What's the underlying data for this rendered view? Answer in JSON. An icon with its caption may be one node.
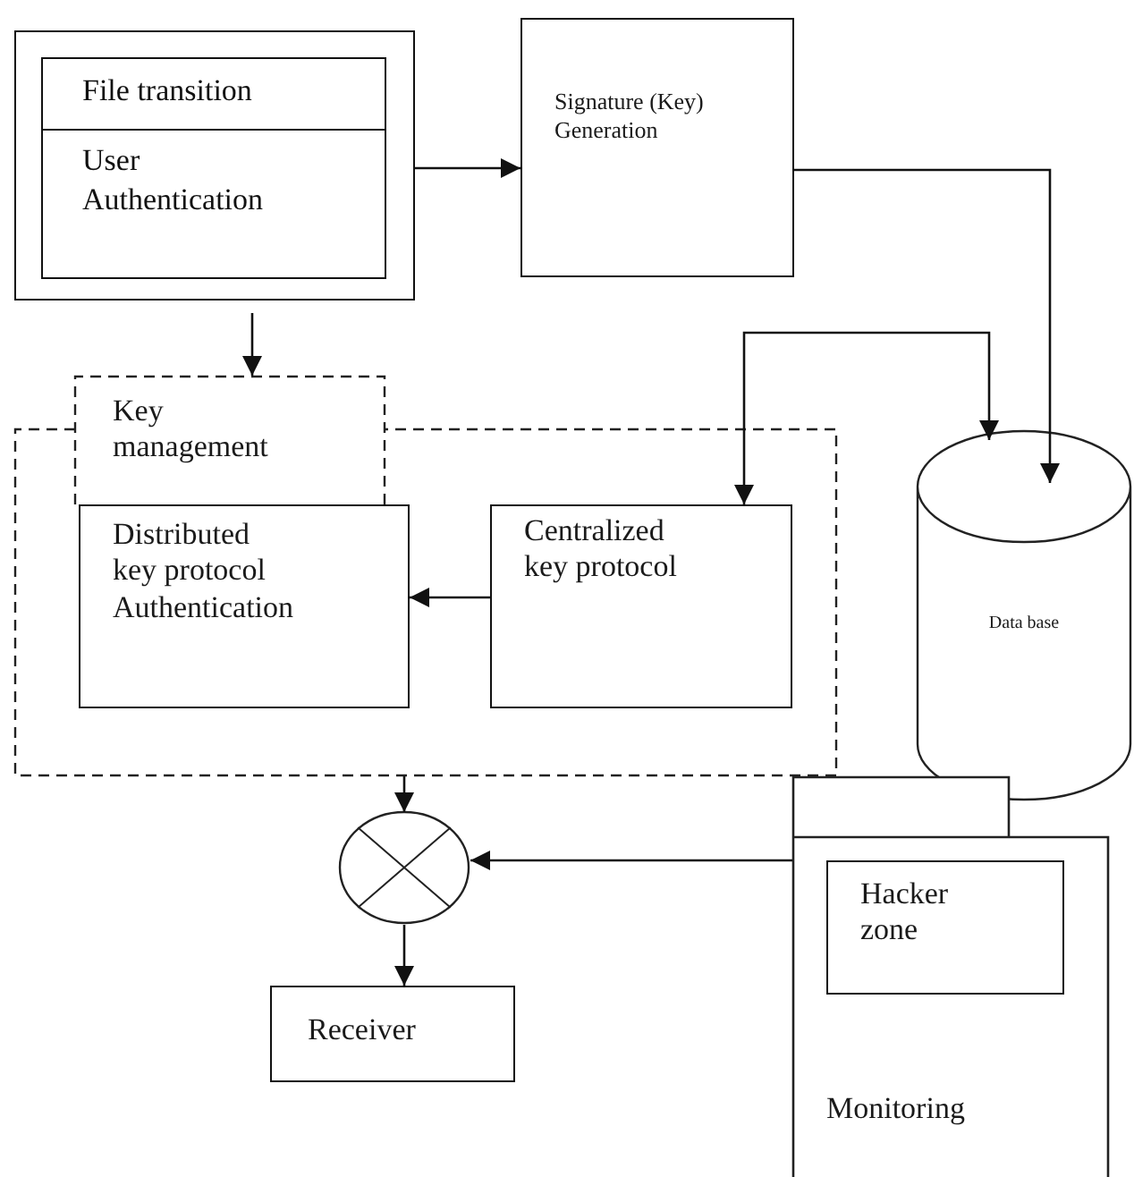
{
  "diagram": {
    "nodes": [
      {
        "text": [],
        "shape": "box"
      },
      {
        "text": [
          "File transition",
          "User Authentication"
        ],
        "in": 0
      },
      {
        "text": [
          "Signature (Key) Generation"
        ]
      },
      {
        "text": [
          "Key management"
        ]
      },
      {
        "text": [
          "Distributed key protocol Authentication"
        ],
        "in": 3
      },
      {
        "text": [
          "Centralized key protocol"
        ],
        "in": 3
      },
      {
        "text": [
          "Data base"
        ]
      },
      {
        "text": [
          "Monitoring"
        ]
      },
      {
        "text": [
          "Hacker zone"
        ],
        "in": 7
      },
      {
        "text": [],
        "shape": "circle"
      },
      {
        "text": [
          "Receiver"
        ]
      }
    ],
    "edges": [
      {
        "from": 0,
        "to": 2,
        "arrow": "to"
      },
      {
        "from": 0,
        "to": 3,
        "arrow": "to"
      },
      {
        "from": 2,
        "to": 6,
        "arrow": "to"
      },
      {
        "from": 5,
        "to": 6,
        "arrow": "both"
      },
      {
        "from": 5,
        "to": 4,
        "arrow": "to"
      },
      {
        "from": 3,
        "to": 9,
        "arrow": "to"
      },
      {
        "from": 7,
        "to": 9,
        "arrow": "to"
      },
      {
        "from": 9,
        "to": 10,
        "arrow": "to"
      }
    ]
  }
}
